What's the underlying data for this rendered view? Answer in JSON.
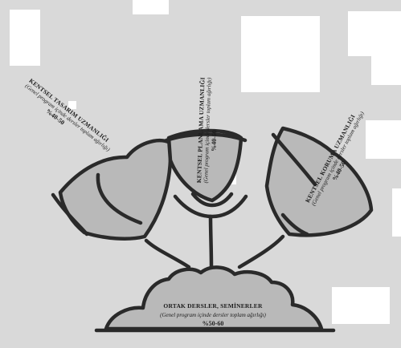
{
  "nodes": {
    "base": {
      "title": "ORTAK DERSLER, SEMİNERLER",
      "subtitle": "(Genel program içinde dersler toplam ağırlığı)",
      "percent": "%50-60"
    },
    "left": {
      "title": "KENTSEL TASARIM UZMANLIĞI",
      "subtitle": "(Genel program içinde dersler toplam ağırlığı)",
      "percent": "%40-50"
    },
    "middle": {
      "title": "KENTSEL PLANLAMA UZMANLIĞI",
      "subtitle": "(Genel program içinde dersler toplam ağırlığı)",
      "percent": "%40-50"
    },
    "right": {
      "title": "KENTSEL KORUMA UZMANLIĞI",
      "subtitle": "(Genel program içinde dersler toplam ağırlığı)",
      "percent": "%40-50"
    }
  },
  "colors": {
    "background": "#d9d9d9",
    "stroke": "#2a2a2a",
    "fill": "#b9b9b9"
  }
}
